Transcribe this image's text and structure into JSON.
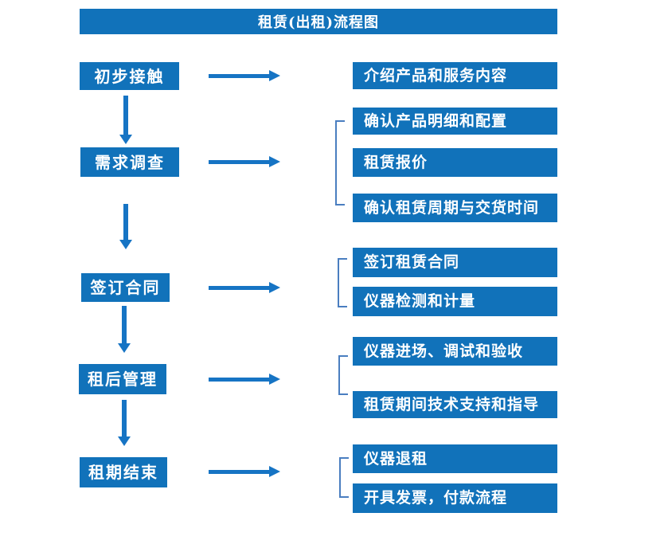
{
  "title": "租赁(出租)流程图",
  "steps": [
    {
      "label": "初步接触",
      "details": [
        "介绍产品和服务内容"
      ]
    },
    {
      "label": "需求调查",
      "details": [
        "确认产品明细和配置",
        "租赁报价",
        "确认租赁周期与交货时间"
      ]
    },
    {
      "label": "签订合同",
      "details": [
        "签订租赁合同",
        "仪器检测和计量"
      ]
    },
    {
      "label": "租后管理",
      "details": [
        "仪器进场、调试和验收",
        "租赁期间技术支持和指导"
      ]
    },
    {
      "label": "租期结束",
      "details": [
        "仪器退租",
        "开具发票，付款流程"
      ]
    }
  ],
  "colors": {
    "box_blue": "#1172ba",
    "arrow_blue": "#1674c4",
    "bracket_blue": "#4a7ec0",
    "text_white": "#ffffff",
    "background": "#ffffff"
  }
}
